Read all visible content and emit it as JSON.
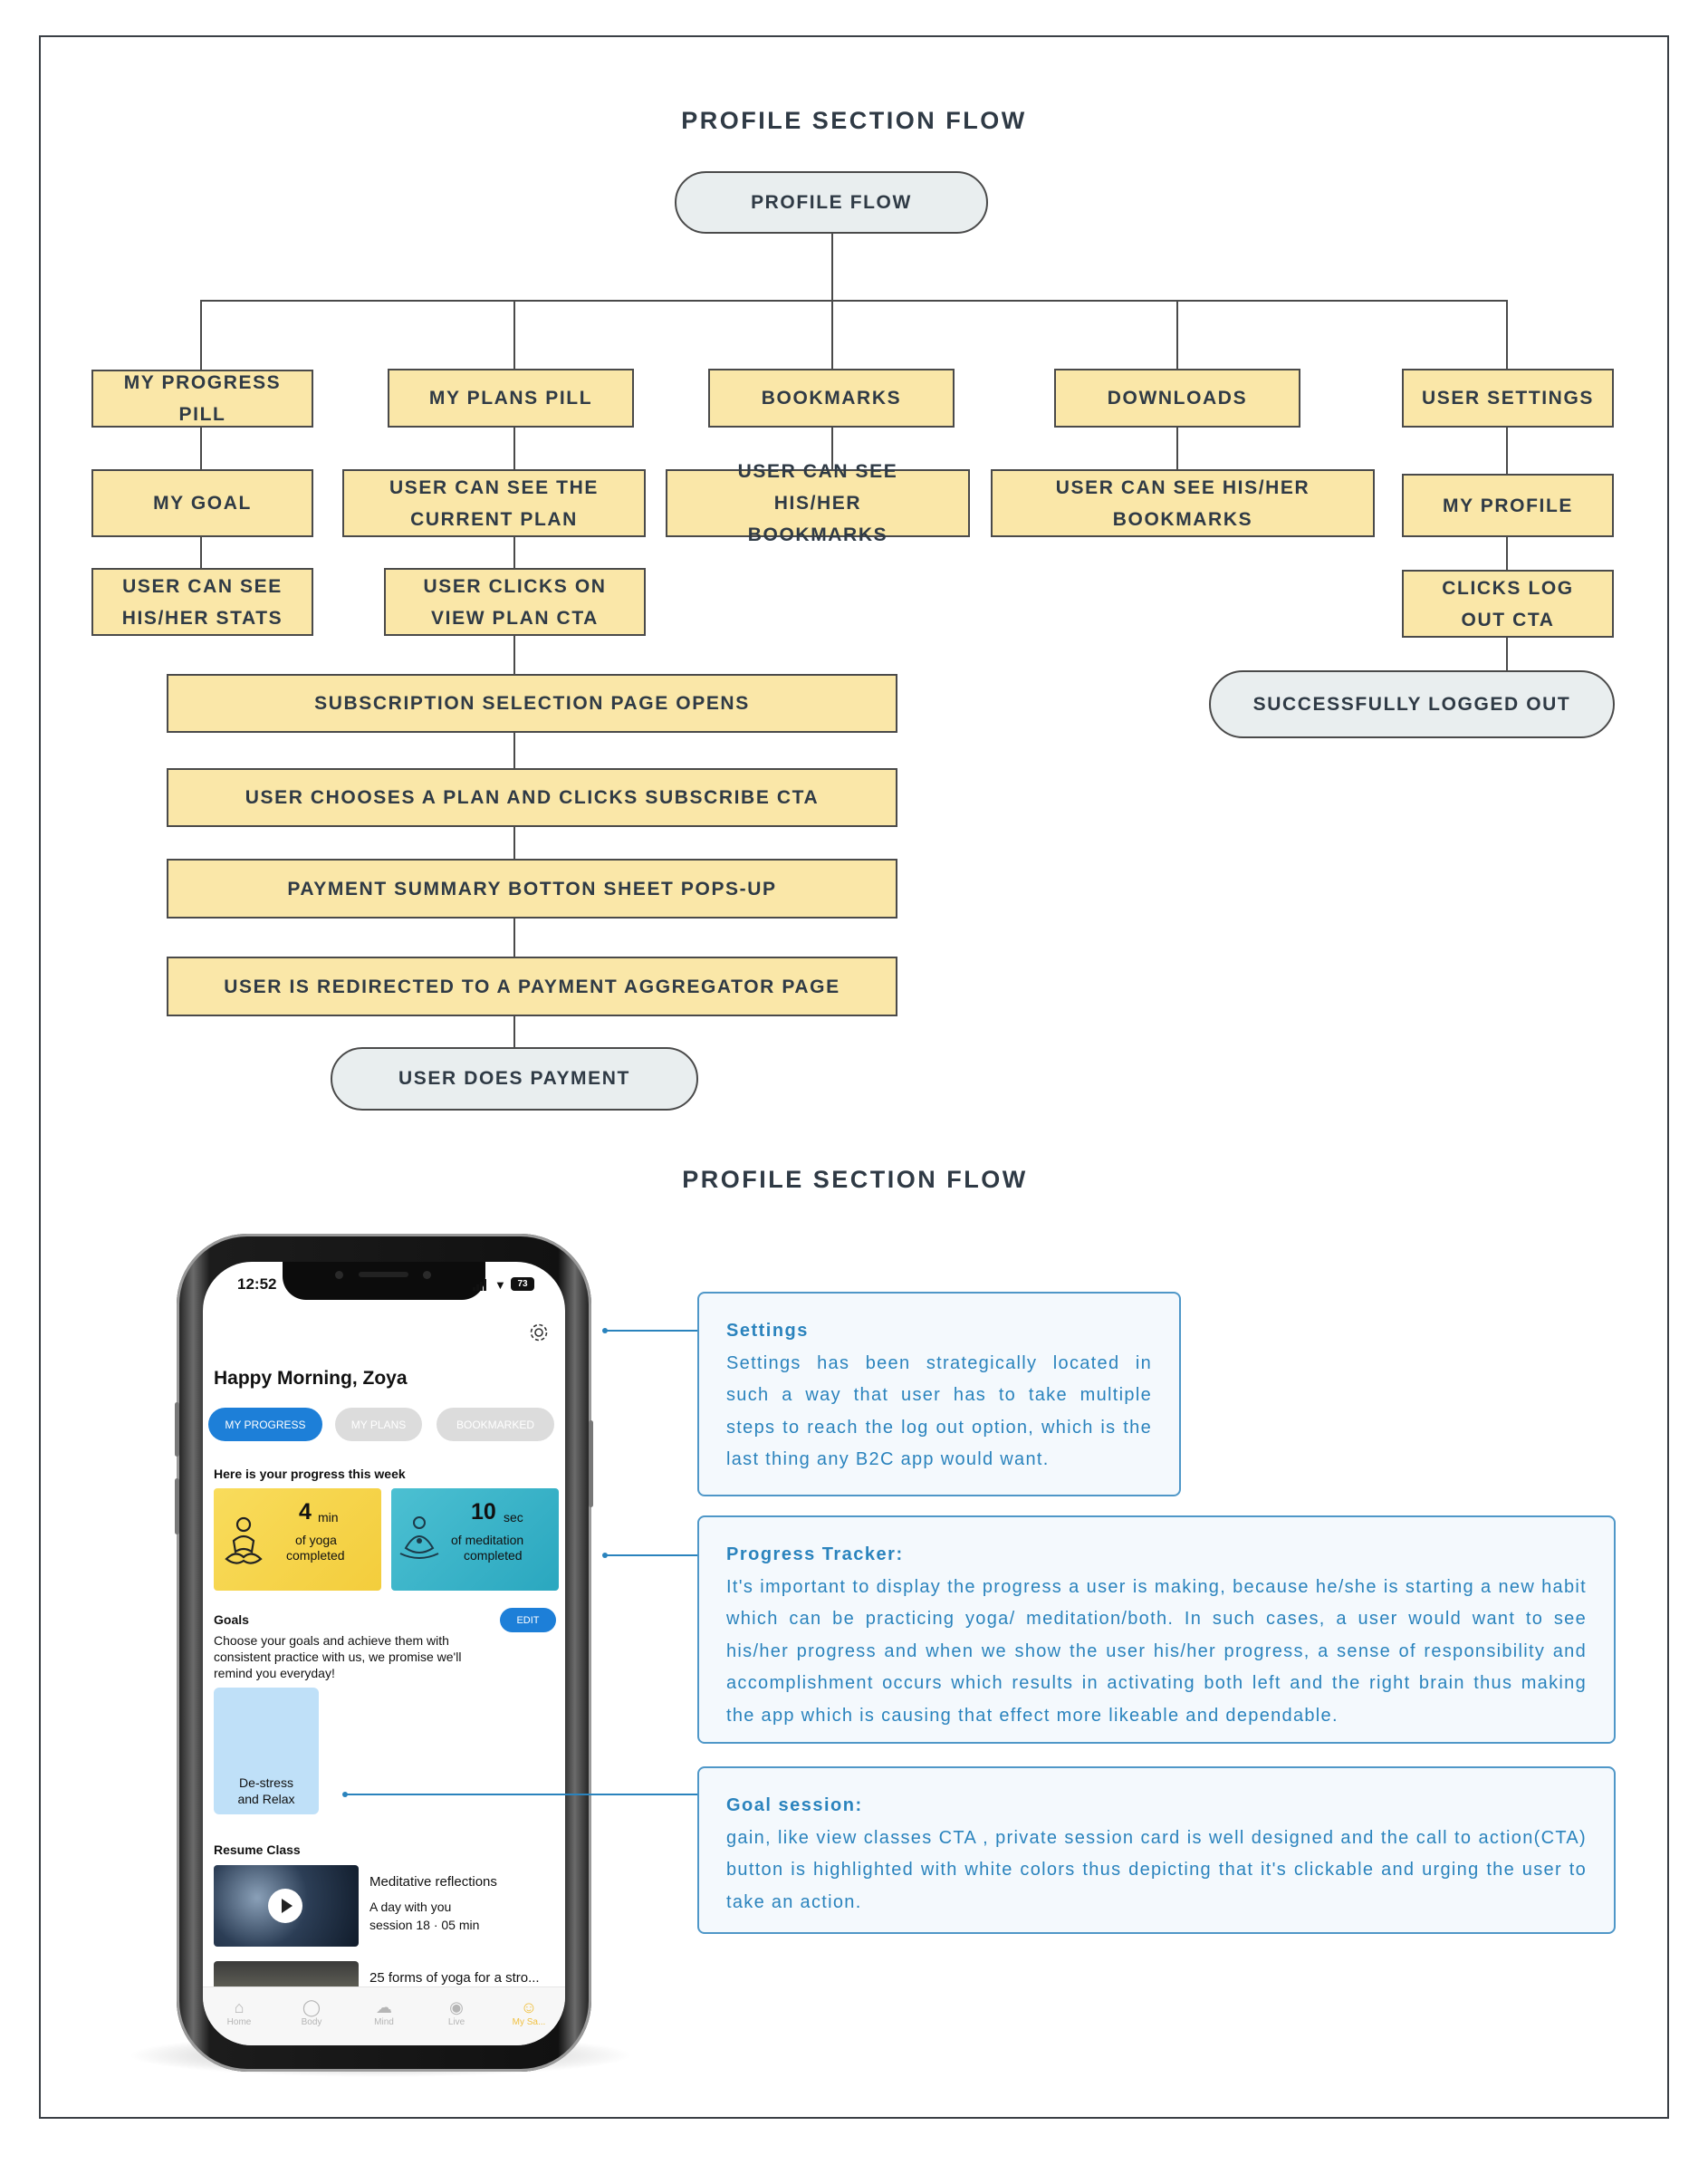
{
  "titles": {
    "flow": "PROFILE SECTION FLOW",
    "screen": "PROFILE SECTION FLOW"
  },
  "flow": {
    "root": "PROFILE FLOW",
    "my_progress_pill": "MY PROGRESS PILL",
    "my_plans_pill": "MY PLANS PILL",
    "bookmarks": "BOOKMARKS",
    "downloads": "DOWNLOADS",
    "user_settings": "USER SETTINGS",
    "my_goal": "MY GOAL",
    "see_current_plan": "USER CAN SEE THE CURRENT PLAN",
    "see_bookmarks": "USER CAN SEE HIS/HER BOOKMARKS",
    "see_downloads": "USER CAN SEE HIS/HER BOOKMARKS",
    "my_profile": "MY PROFILE",
    "see_stats": "USER CAN SEE HIS/HER STATS",
    "clicks_view_plan": "USER CLICKS ON VIEW PLAN CTA",
    "clicks_log_out": "CLICKS LOG OUT CTA",
    "logged_out": "SUCCESSFULLY LOGGED OUT",
    "subscription_page": "SUBSCRIPTION SELECTION PAGE OPENS",
    "chooses_plan": "USER CHOOSES A PLAN AND CLICKS SUBSCRIBE CTA",
    "payment_summary": "PAYMENT SUMMARY BOTTON SHEET POPS-UP",
    "redirected": "USER IS REDIRECTED TO A PAYMENT AGGREGATOR PAGE",
    "user_pays": "USER DOES PAYMENT"
  },
  "phone": {
    "time": "12:52",
    "battery": "73",
    "greeting": "Happy Morning, Zoya",
    "chips": [
      "MY PROGRESS",
      "MY PLANS",
      "BOOKMARKED"
    ],
    "progress_heading": "Here is your progress this week",
    "yoga_value": "4",
    "yoga_unit": "min",
    "yoga_label_1": "of yoga",
    "yoga_label_2": "completed",
    "med_value": "10",
    "med_unit": "sec",
    "med_label_1": "of meditation",
    "med_label_2": "completed",
    "goals_heading": "Goals",
    "edit_label": "EDIT",
    "goals_desc_1": "Choose your goals and achieve them with",
    "goals_desc_2": "consistent practice with us, we promise we'll",
    "goals_desc_3": "remind you everyday!",
    "goal_card_1": "De-stress",
    "goal_card_2": "and Relax",
    "resume_heading": "Resume Class",
    "class1_title": "Meditative reflections",
    "class1_sub": "A day with you",
    "class1_meta": "session 18  ·  05 min",
    "class2_title": "25 forms of yoga for a stro...",
    "tabs": [
      "Home",
      "Body",
      "Mind",
      "Live",
      "My Sa..."
    ]
  },
  "annotations": {
    "settings_title": "Settings",
    "settings_body": "Settings has been strategically located in such a way that user has to take multiple steps to reach the log out option, which is the last thing any B2C app would want.",
    "progress_title": "Progress Tracker:",
    "progress_body": "It's important to display the progress a user is making, because he/she is starting a new habit which can be practicing yoga/ meditation/both. In such cases, a user would want to see his/her progress and when we show the user his/her progress, a sense of responsibility and accomplishment occurs which results in activating both left and the right brain thus making the app which is causing that effect more likeable and dependable.",
    "goal_title": "Goal session:",
    "goal_body": "gain, like view classes CTA , private session card is well designed and the call to action(CTA) button is highlighted with white colors thus depicting that it's clickable and urging the user to take an action."
  },
  "colors": {
    "box_fill": "#fae7a8",
    "pill_fill": "#e9eeef",
    "accent_blue": "#2a83bd",
    "chip_active": "#1d7fd8"
  }
}
